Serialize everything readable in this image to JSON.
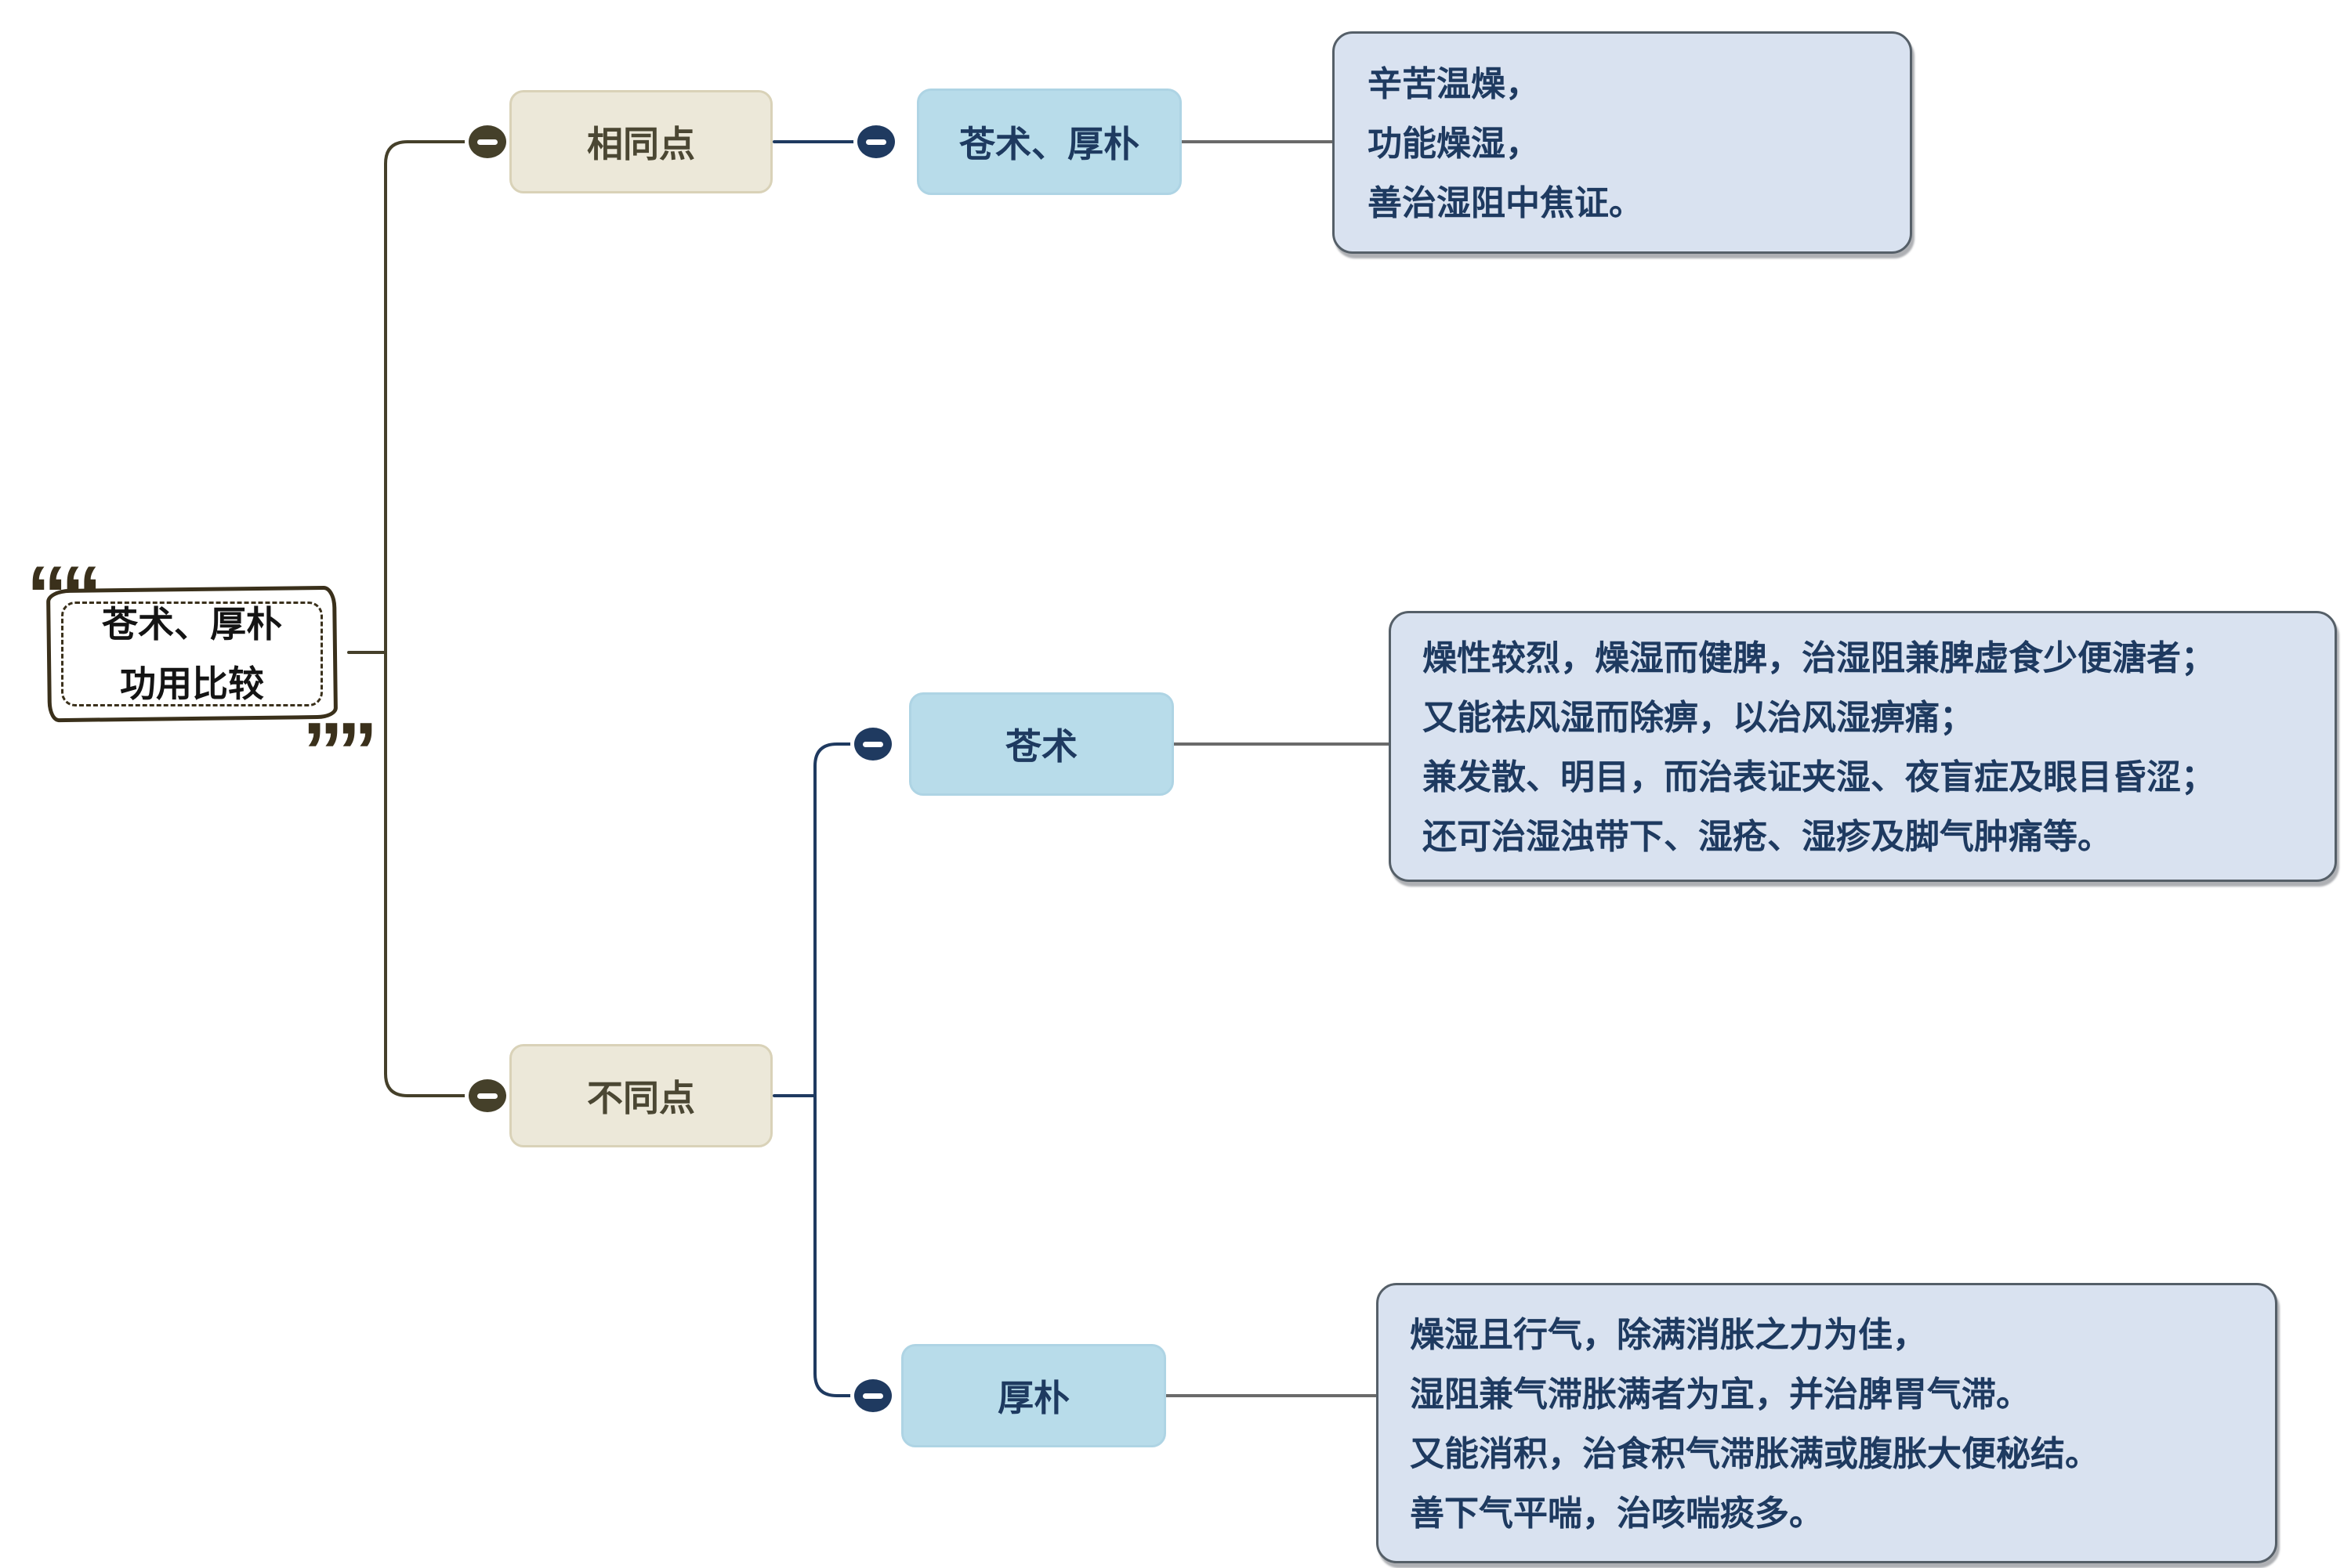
{
  "root": {
    "title_line1": "苍术、厚朴",
    "title_line2": "功用比较"
  },
  "icons": {
    "quote_open": "““",
    "quote_close": "””",
    "collapse": "minus"
  },
  "branches": {
    "similarities": {
      "label": "相同点",
      "child": {
        "label": "苍术、厚朴",
        "detail_lines": [
          "辛苦温燥，",
          "功能燥湿，",
          "善治湿阻中焦证。"
        ]
      }
    },
    "differences": {
      "label": "不同点",
      "cangzhu": {
        "label": "苍术",
        "detail_lines": [
          "燥性较烈，燥湿而健脾，治湿阻兼脾虚食少便溏者；",
          "又能祛风湿而除痹，以治风湿痹痛；",
          "兼发散、明目，而治表证夹湿、夜盲症及眼目昏涩；",
          "还可治湿浊带下、湿疮、湿疹及脚气肿痛等。"
        ]
      },
      "houpo": {
        "label": "厚朴",
        "detail_lines": [
          "燥湿且行气，除满消胀之力为佳，",
          "湿阻兼气滞胀满者为宜，并治脾胃气滞。",
          "又能消积，治食积气滞胀满或腹胀大便秘结。",
          "善下气平喘，治咳喘痰多。"
        ]
      }
    }
  },
  "colors": {
    "branch_olive": "#45402a",
    "branch_navy": "#1f3a60",
    "connector_gray": "#6a6a6a",
    "node_beige_bg": "#ece8d9",
    "node_beige_border": "#d9d2b8",
    "node_blue_bg": "#b8dcea",
    "node_text_navy": "#1e3a60",
    "node_text_olive": "#4b4733",
    "detail_bg": "#d9e2f0",
    "detail_border": "#555f68",
    "root_ink": "#3a301b",
    "background": "#ffffff"
  }
}
